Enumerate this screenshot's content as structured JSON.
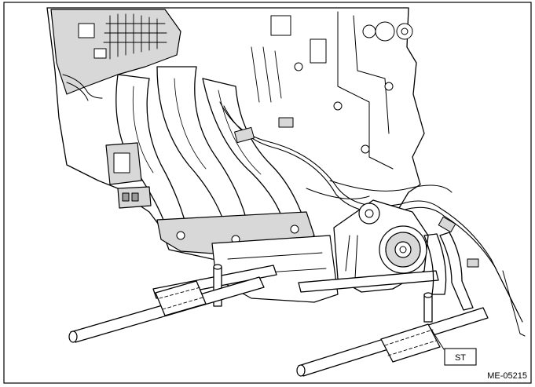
{
  "figure": {
    "callout_label": "ST",
    "figure_code": "ME-05215"
  },
  "icons": {
    "engine": "engine-assembly-illustration",
    "stand": "engine-stand-special-tool"
  }
}
